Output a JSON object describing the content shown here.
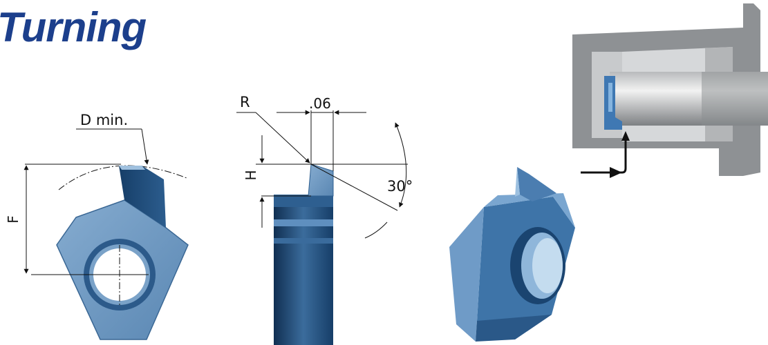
{
  "title": "Turning",
  "colors": {
    "title": "#1c3f8c",
    "insert_light": "#6f9bc4",
    "insert_mid": "#4a7aa8",
    "insert_dark": "#1e4a78",
    "holder_gray": "#8e9194",
    "line": "#111111"
  },
  "diagram": {
    "labels": {
      "d_min": "D min.",
      "f": "F",
      "r": "R",
      "dim_06": ".06",
      "h": "H",
      "angle": "30°"
    },
    "icons": {
      "arrow": "arrow-right-icon"
    }
  }
}
